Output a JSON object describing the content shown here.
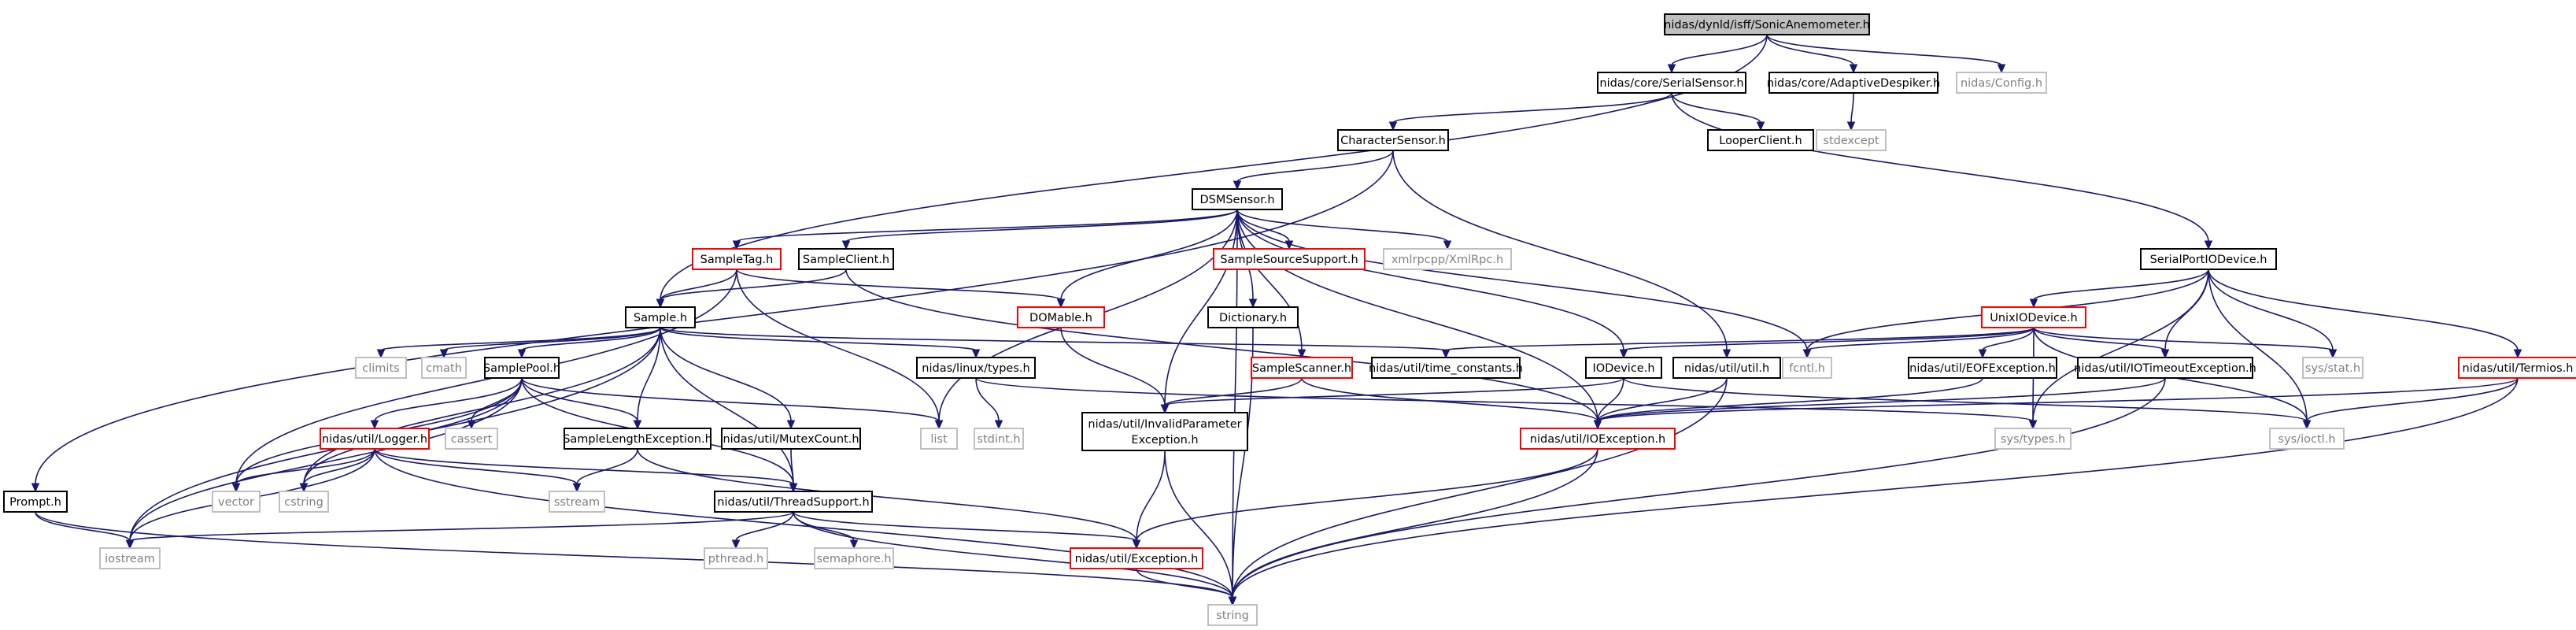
{
  "diagram": {
    "type": "include-dependency-graph",
    "nodes": [
      {
        "id": "root",
        "label": "nidas/dynld/isff/SonicAnemometer.h",
        "style": "root"
      },
      {
        "id": "serialsensor",
        "label": "nidas/core/SerialSensor.h",
        "style": "normal"
      },
      {
        "id": "despiker",
        "label": "nidas/core/AdaptiveDespiker.h",
        "style": "normal"
      },
      {
        "id": "config",
        "label": "nidas/Config.h",
        "style": "external"
      },
      {
        "id": "charsensor",
        "label": "CharacterSensor.h",
        "style": "normal"
      },
      {
        "id": "looper",
        "label": "LooperClient.h",
        "style": "normal"
      },
      {
        "id": "stdexcept",
        "label": "stdexcept",
        "style": "external"
      },
      {
        "id": "dsmsensor",
        "label": "DSMSensor.h",
        "style": "normal"
      },
      {
        "id": "serialport",
        "label": "SerialPortIODevice.h",
        "style": "normal"
      },
      {
        "id": "sampletag",
        "label": "SampleTag.h",
        "style": "truncated"
      },
      {
        "id": "sampleclient",
        "label": "SampleClient.h",
        "style": "normal"
      },
      {
        "id": "sourcesupport",
        "label": "SampleSourceSupport.h",
        "style": "truncated"
      },
      {
        "id": "xmlrpc",
        "label": "xmlrpcpp/XmlRpc.h",
        "style": "external"
      },
      {
        "id": "sample",
        "label": "Sample.h",
        "style": "normal"
      },
      {
        "id": "domable",
        "label": "DOMable.h",
        "style": "truncated"
      },
      {
        "id": "dictionary",
        "label": "Dictionary.h",
        "style": "normal"
      },
      {
        "id": "unixio",
        "label": "UnixIODevice.h",
        "style": "truncated"
      },
      {
        "id": "termios",
        "label": "nidas/util/Termios.h",
        "style": "truncated"
      },
      {
        "id": "climits",
        "label": "climits",
        "style": "external"
      },
      {
        "id": "cmath",
        "label": "cmath",
        "style": "external"
      },
      {
        "id": "samplepool",
        "label": "SamplePool.h",
        "style": "normal"
      },
      {
        "id": "linuxtypes",
        "label": "nidas/linux/types.h",
        "style": "normal"
      },
      {
        "id": "timeconst",
        "label": "nidas/util/time_constants.h",
        "style": "normal"
      },
      {
        "id": "scanner",
        "label": "SampleScanner.h",
        "style": "truncated"
      },
      {
        "id": "iodevice",
        "label": "IODevice.h",
        "style": "normal"
      },
      {
        "id": "utilh",
        "label": "nidas/util/util.h",
        "style": "normal"
      },
      {
        "id": "fcntl",
        "label": "fcntl.h",
        "style": "external"
      },
      {
        "id": "eofexc",
        "label": "nidas/util/EOFException.h",
        "style": "normal"
      },
      {
        "id": "iotimeout",
        "label": "nidas/util/IOTimeoutException.h",
        "style": "normal"
      },
      {
        "id": "sysstat",
        "label": "sys/stat.h",
        "style": "external"
      },
      {
        "id": "logger",
        "label": "nidas/util/Logger.h",
        "style": "truncated"
      },
      {
        "id": "cassert",
        "label": "cassert",
        "style": "external"
      },
      {
        "id": "samplelenexc",
        "label": "SampleLengthException.h",
        "style": "normal"
      },
      {
        "id": "mutexcount",
        "label": "nidas/util/MutexCount.h",
        "style": "normal"
      },
      {
        "id": "list",
        "label": "list",
        "style": "external"
      },
      {
        "id": "stdint",
        "label": "stdint.h",
        "style": "external"
      },
      {
        "id": "invalidparam",
        "label": "nidas/util/InvalidParameter\nException.h",
        "style": "normal"
      },
      {
        "id": "ioexc",
        "label": "nidas/util/IOException.h",
        "style": "truncated"
      },
      {
        "id": "systypes",
        "label": "sys/types.h",
        "style": "external"
      },
      {
        "id": "sysioctl",
        "label": "sys/ioctl.h",
        "style": "external"
      },
      {
        "id": "prompt",
        "label": "Prompt.h",
        "style": "normal"
      },
      {
        "id": "vector",
        "label": "vector",
        "style": "external"
      },
      {
        "id": "cstring",
        "label": "cstring",
        "style": "external"
      },
      {
        "id": "sstream",
        "label": "sstream",
        "style": "external"
      },
      {
        "id": "threadsupport",
        "label": "nidas/util/ThreadSupport.h",
        "style": "normal"
      },
      {
        "id": "iostream",
        "label": "iostream",
        "style": "external"
      },
      {
        "id": "pthread",
        "label": "pthread.h",
        "style": "external"
      },
      {
        "id": "semaphore",
        "label": "semaphore.h",
        "style": "external"
      },
      {
        "id": "exception",
        "label": "nidas/util/Exception.h",
        "style": "truncated"
      },
      {
        "id": "string",
        "label": "string",
        "style": "external"
      }
    ],
    "edges": [
      [
        "root",
        "serialsensor"
      ],
      [
        "root",
        "despiker"
      ],
      [
        "root",
        "config"
      ],
      [
        "root",
        "sample"
      ],
      [
        "serialsensor",
        "charsensor"
      ],
      [
        "serialsensor",
        "looper"
      ],
      [
        "serialsensor",
        "serialport"
      ],
      [
        "despiker",
        "stdexcept"
      ],
      [
        "charsensor",
        "dsmsensor"
      ],
      [
        "charsensor",
        "prompt"
      ],
      [
        "charsensor",
        "utilh"
      ],
      [
        "dsmsensor",
        "sampletag"
      ],
      [
        "dsmsensor",
        "sampleclient"
      ],
      [
        "dsmsensor",
        "sourcesupport"
      ],
      [
        "dsmsensor",
        "xmlrpc"
      ],
      [
        "dsmsensor",
        "domable"
      ],
      [
        "dsmsensor",
        "dictionary"
      ],
      [
        "dsmsensor",
        "scanner"
      ],
      [
        "dsmsensor",
        "iodevice"
      ],
      [
        "dsmsensor",
        "fcntl"
      ],
      [
        "dsmsensor",
        "list"
      ],
      [
        "dsmsensor",
        "invalidparam"
      ],
      [
        "dsmsensor",
        "ioexc"
      ],
      [
        "dsmsensor",
        "string"
      ],
      [
        "sampletag",
        "sample"
      ],
      [
        "sampletag",
        "domable"
      ],
      [
        "sampletag",
        "vector"
      ],
      [
        "sampletag",
        "list"
      ],
      [
        "sampleclient",
        "sample"
      ],
      [
        "sampleclient",
        "ioexc"
      ],
      [
        "sample",
        "climits"
      ],
      [
        "sample",
        "cmath"
      ],
      [
        "sample",
        "samplepool"
      ],
      [
        "sample",
        "linuxtypes"
      ],
      [
        "sample",
        "timeconst"
      ],
      [
        "sample",
        "samplelenexc"
      ],
      [
        "sample",
        "mutexcount"
      ],
      [
        "sample",
        "threadsupport"
      ],
      [
        "sample",
        "iostream"
      ],
      [
        "sample",
        "cstring"
      ],
      [
        "samplepool",
        "logger"
      ],
      [
        "samplepool",
        "cassert"
      ],
      [
        "samplepool",
        "samplelenexc"
      ],
      [
        "samplepool",
        "threadsupport"
      ],
      [
        "samplepool",
        "list"
      ],
      [
        "samplepool",
        "vector"
      ],
      [
        "samplepool",
        "iostream"
      ],
      [
        "samplepool",
        "cstring"
      ],
      [
        "linuxtypes",
        "stdint"
      ],
      [
        "linuxtypes",
        "systypes"
      ],
      [
        "domable",
        "invalidparam"
      ],
      [
        "dictionary",
        "string"
      ],
      [
        "serialport",
        "unixio"
      ],
      [
        "serialport",
        "termios"
      ],
      [
        "serialport",
        "iotimeout"
      ],
      [
        "serialport",
        "fcntl"
      ],
      [
        "serialport",
        "sysstat"
      ],
      [
        "serialport",
        "systypes"
      ],
      [
        "serialport",
        "sysioctl"
      ],
      [
        "unixio",
        "iodevice"
      ],
      [
        "unixio",
        "timeconst"
      ],
      [
        "unixio",
        "fcntl"
      ],
      [
        "unixio",
        "eofexc"
      ],
      [
        "unixio",
        "iotimeout"
      ],
      [
        "unixio",
        "sysstat"
      ],
      [
        "unixio",
        "systypes"
      ],
      [
        "unixio",
        "sysioctl"
      ],
      [
        "termios",
        "ioexc"
      ],
      [
        "termios",
        "sysioctl"
      ],
      [
        "termios",
        "string"
      ],
      [
        "scanner",
        "invalidparam"
      ],
      [
        "scanner",
        "ioexc"
      ],
      [
        "iodevice",
        "ioexc"
      ],
      [
        "iodevice",
        "invalidparam"
      ],
      [
        "iodevice",
        "sysioctl"
      ],
      [
        "utilh",
        "ioexc"
      ],
      [
        "utilh",
        "string"
      ],
      [
        "eofexc",
        "ioexc"
      ],
      [
        "iotimeout",
        "ioexc"
      ],
      [
        "iotimeout",
        "string"
      ],
      [
        "logger",
        "threadsupport"
      ],
      [
        "logger",
        "sstream"
      ],
      [
        "logger",
        "vector"
      ],
      [
        "logger",
        "cstring"
      ],
      [
        "logger",
        "iostream"
      ],
      [
        "logger",
        "string"
      ],
      [
        "samplelenexc",
        "exception"
      ],
      [
        "samplelenexc",
        "sstream"
      ],
      [
        "mutexcount",
        "threadsupport"
      ],
      [
        "threadsupport",
        "pthread"
      ],
      [
        "threadsupport",
        "semaphore"
      ],
      [
        "threadsupport",
        "exception"
      ],
      [
        "threadsupport",
        "iostream"
      ],
      [
        "threadsupport",
        "string"
      ],
      [
        "invalidparam",
        "exception"
      ],
      [
        "invalidparam",
        "string"
      ],
      [
        "ioexc",
        "exception"
      ],
      [
        "ioexc",
        "string"
      ],
      [
        "exception",
        "string"
      ],
      [
        "prompt",
        "iostream"
      ],
      [
        "prompt",
        "string"
      ]
    ],
    "colors": {
      "edge": "#191970",
      "normal_border": "#000000",
      "truncated_border": "#ff0000",
      "external_border": "#bfbfbf",
      "root_fill": "#bfbfbf",
      "external_text": "#808080"
    }
  }
}
